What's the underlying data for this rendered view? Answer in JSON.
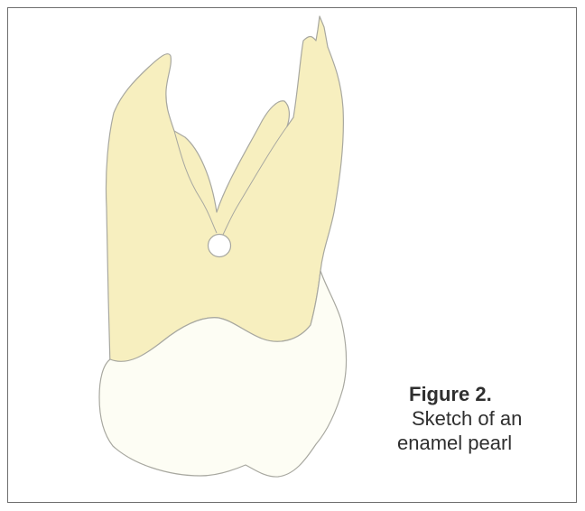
{
  "figure": {
    "caption_title": "Figure 2.",
    "caption_line1": "Sketch of an",
    "caption_line2": "enamel pearl"
  },
  "colors": {
    "root": "#f7efbf",
    "crown": "#fdfdf4",
    "outline": "#a8a8a0",
    "frame_border": "#6f6f6f",
    "caption_text": "#2f2f2f"
  },
  "illustration": {
    "subject": "tooth-with-enamel-pearl"
  }
}
